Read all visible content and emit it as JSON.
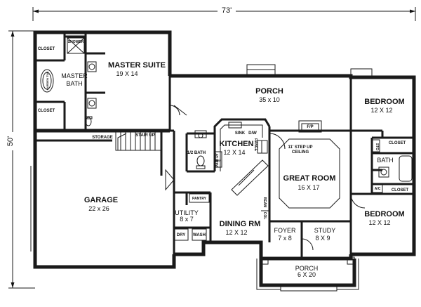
{
  "dimensions": {
    "width_label": "73'",
    "depth_label": "50'"
  },
  "rooms": {
    "master_suite": {
      "name": "MASTER SUITE",
      "size": "19 X 14"
    },
    "master_bath": {
      "name_line1": "MASTER",
      "name_line2": "BATH"
    },
    "porch_rear": {
      "name": "PORCH",
      "size": "35 x 10"
    },
    "bedroom_1": {
      "name": "BEDROOM",
      "size": "12 X 12"
    },
    "bedroom_2": {
      "name": "BEDROOM",
      "size": "12 X 12"
    },
    "kitchen": {
      "name": "KITCHEN",
      "size": "12 X 14"
    },
    "great_room": {
      "name": "GREAT ROOM",
      "size": "16 X 17"
    },
    "garage": {
      "name": "GARAGE",
      "size": "22 x 26"
    },
    "utility": {
      "name": "UTILITY",
      "size": "8 x 7"
    },
    "dining": {
      "name": "DINING RM",
      "size": "12 X 12"
    },
    "foyer": {
      "name": "FOYER",
      "size": "7 x 8"
    },
    "study": {
      "name": "STUDY",
      "size": "8 X 9"
    },
    "porch_front": {
      "name": "PORCH",
      "size": "6 X 20"
    },
    "bath": {
      "name": "BATH"
    }
  },
  "small_labels": {
    "closet_tl": "CLOSET",
    "closet_bl": "CLOSET",
    "shower": "SHOWER",
    "garden_tub": "GARDEN TUB",
    "storage": "STORAGE",
    "stair_up": "STAIR UP",
    "half_bath": "1/2 BATH",
    "pantry_k": "PANTRY",
    "sink": "SINK",
    "dw": "D/W",
    "range": "RANGE",
    "ref": "REF",
    "fp": "F/P",
    "step_up_1": "11' STEP UP",
    "step_up_2": "CEILING",
    "beam": "BEAM",
    "col": "COL",
    "closet_r1": "CLOSET",
    "closet_r2": "CLOSET",
    "sto": "STO",
    "ac": "A/C",
    "pantry_u": "PANTRY",
    "dry": "DRY",
    "wash": "WASH"
  }
}
